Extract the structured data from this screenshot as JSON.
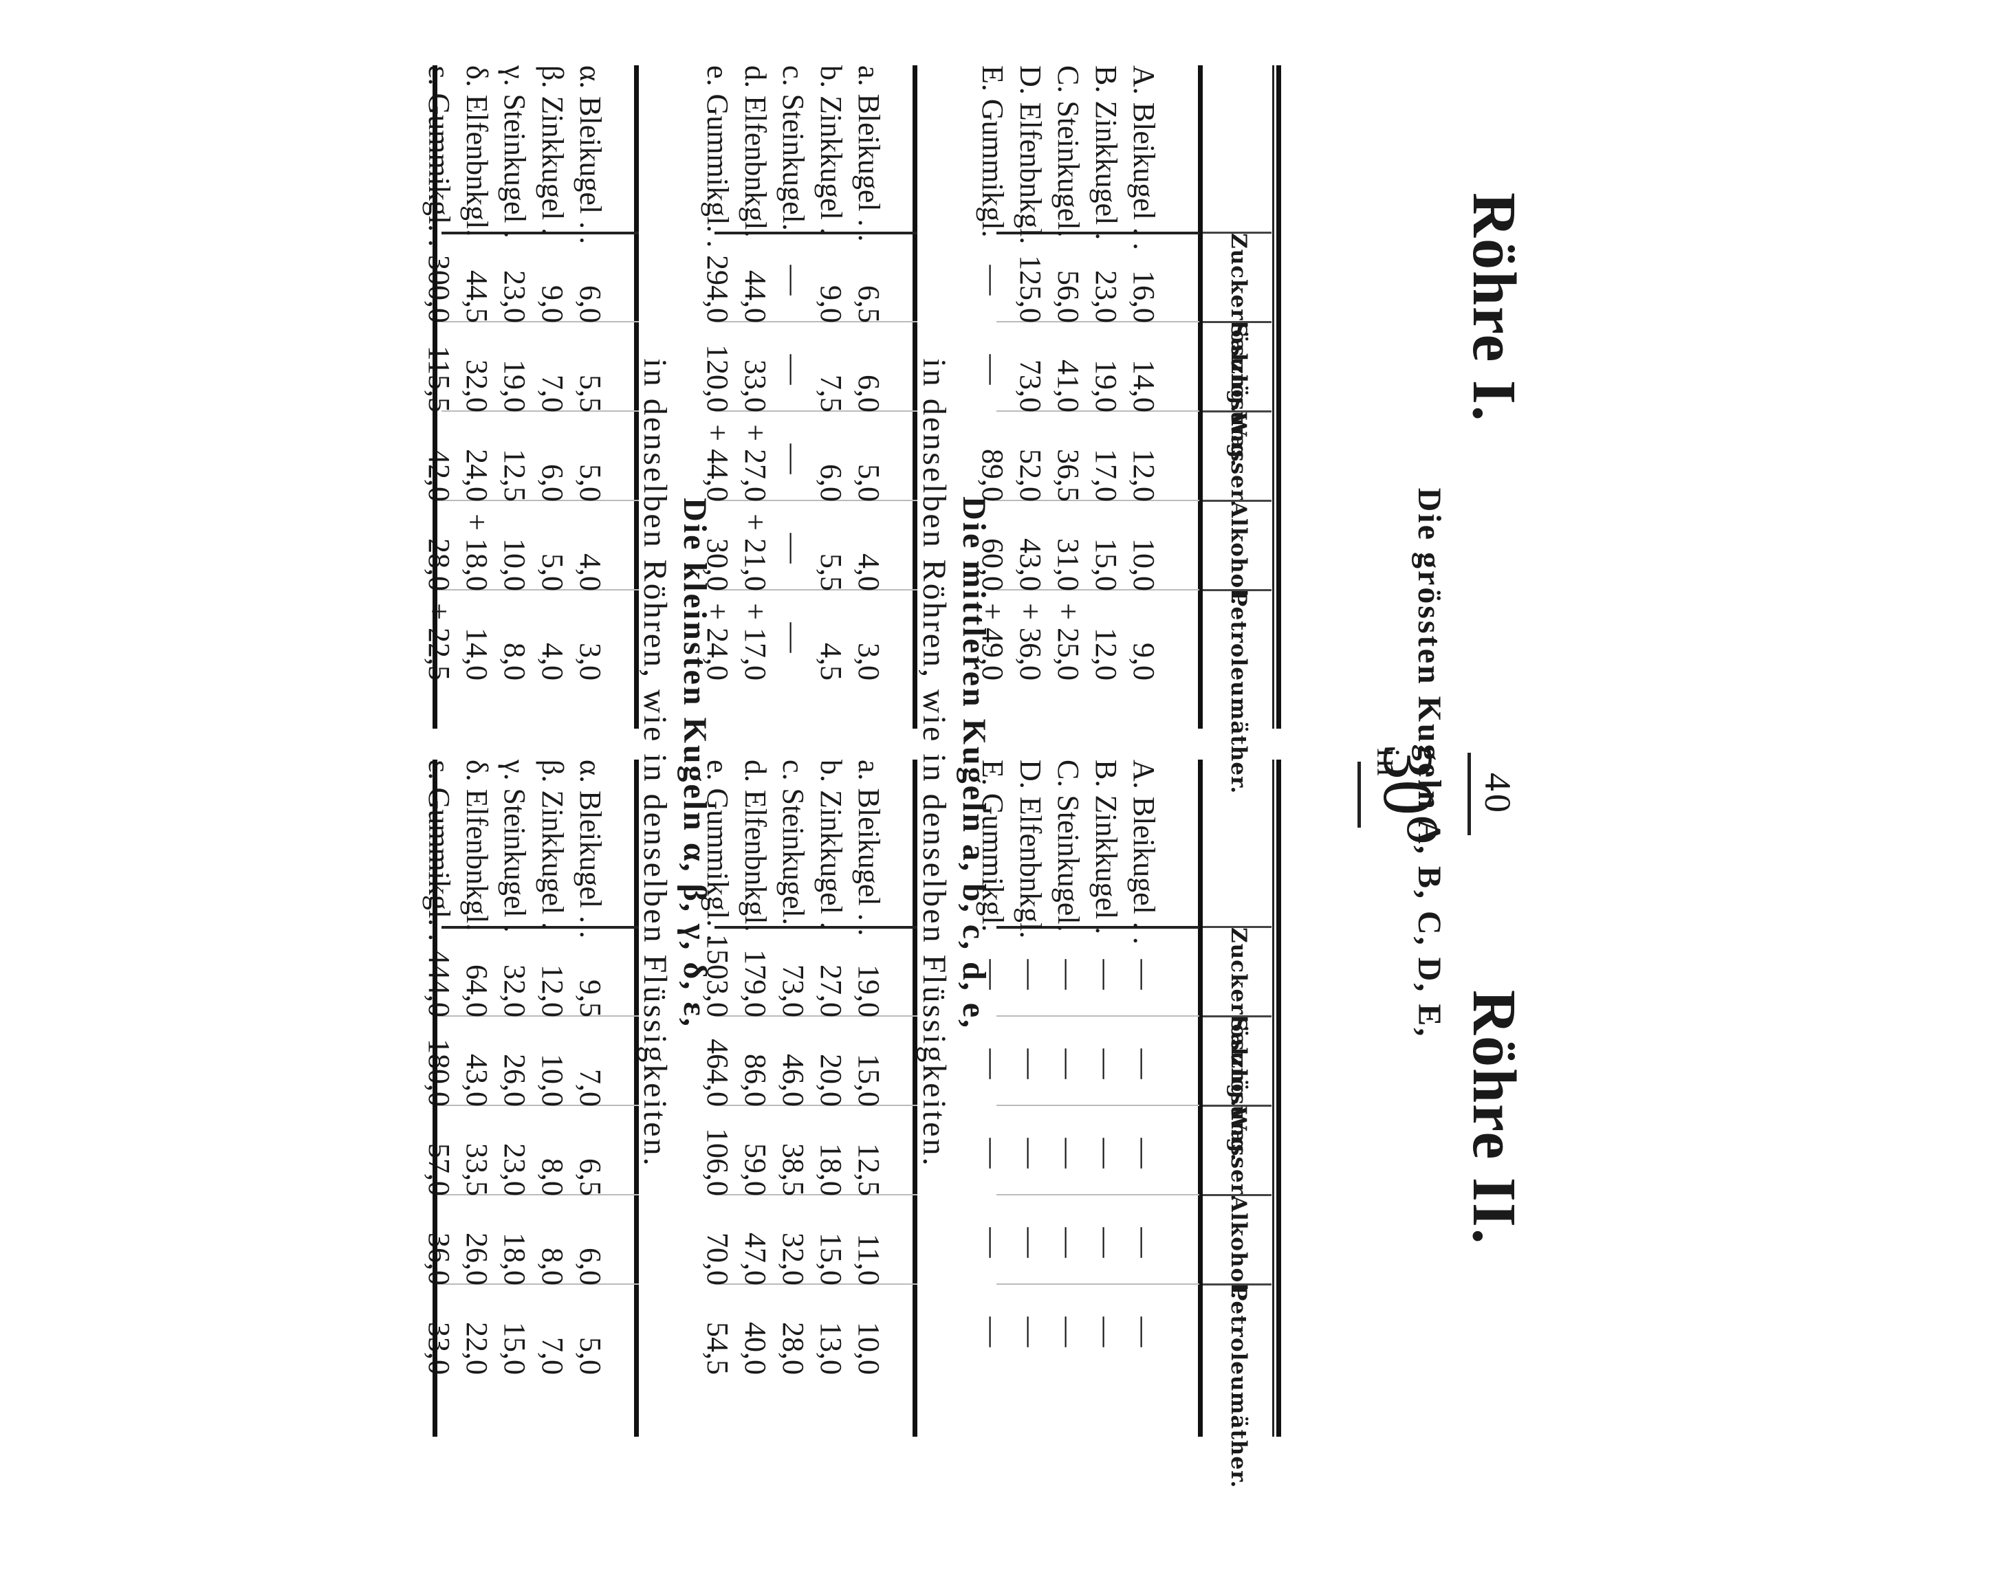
{
  "page_number": "40",
  "temperature": "30⁰",
  "tube_left": "Röhre I.",
  "tube_right": "Röhre II.",
  "heading1_line1": "Die grössten Kugeln A, B, C, D, E,",
  "heading1_line2": "in",
  "heading2_line1": "Die mittleren Kugeln a, b, c, d, e,",
  "heading2_line2": "in denselben Röhren, wie in denselben Flüssigkeiten.",
  "heading3_line1": "Die kleinsten Kugeln α, β, γ, δ, ε,",
  "heading3_line2": "in denselben Röhren, wie in denselben Flüssigkeiten.",
  "columns": [
    "Zuckerlösung.",
    "Salzlösung.",
    "Wasser.",
    "Alkohol.",
    "Petroleumäther."
  ],
  "largest": {
    "labels": [
      "A. Bleikugel . .",
      "B. Zinkkugel .",
      "C. Steinkugel.",
      "D. Elfenbnkgl.",
      "E. Gummikgl."
    ],
    "tube1": [
      [
        "16,0",
        "14,0",
        "12,0",
        "10,0",
        "9,0"
      ],
      [
        "23,0",
        "19,0",
        "17,0",
        "15,0",
        "12,0"
      ],
      [
        "56,0",
        "41,0",
        "36,5",
        "31,0",
        "+ 25,0"
      ],
      [
        "125,0",
        "73,0",
        "52,0",
        "43,0",
        "+ 36,0"
      ],
      [
        "—",
        "—",
        "89,0",
        "60,0",
        "+ 49,0"
      ]
    ],
    "tube2": [
      [
        "—",
        "—",
        "—",
        "—",
        "—"
      ],
      [
        "—",
        "—",
        "—",
        "—",
        "—"
      ],
      [
        "—",
        "—",
        "—",
        "—",
        "—"
      ],
      [
        "—",
        "—",
        "—",
        "—",
        "—"
      ],
      [
        "—",
        "—",
        "—",
        "—",
        "—"
      ]
    ]
  },
  "middle": {
    "labels": [
      "a. Bleikugel . .",
      "b. Zinkkugel .",
      "c. Steinkugel.",
      "d. Elfenbnkgl.",
      "e. Gummikgl. ."
    ],
    "tube1": [
      [
        "6,5",
        "6,0",
        "5,0",
        "4,0",
        "3,0"
      ],
      [
        "9,0",
        "7,5",
        "6,0",
        "5,5",
        "4,5"
      ],
      [
        "—",
        "—",
        "—",
        "—",
        "—"
      ],
      [
        "44,0",
        "33,0",
        "+ 27,0",
        "+ 21,0",
        "+ 17,0"
      ],
      [
        "294,0",
        "120,0",
        "+ 44,0",
        "30,0",
        "+ 24,0"
      ]
    ],
    "tube2": [
      [
        "19,0",
        "15,0",
        "12,5",
        "11,0",
        "10,0"
      ],
      [
        "27,0",
        "20,0",
        "18,0",
        "15,0",
        "13,0"
      ],
      [
        "73,0",
        "46,0",
        "38,5",
        "32,0",
        "28,0"
      ],
      [
        "179,0",
        "86,0",
        "59,0",
        "47,0",
        "40,0"
      ],
      [
        "1503,0",
        "464,0",
        "106,0",
        "70,0",
        "54,5"
      ]
    ]
  },
  "smallest": {
    "labels": [
      "α. Bleikugel . .",
      "β. Zinkkugel .",
      "γ. Steinkugel .",
      "δ. Elfenbnkgl.",
      "ε. Gummikgl. ."
    ],
    "tube1": [
      [
        "6,0",
        "5,5",
        "5,0",
        "4,0",
        "3,0"
      ],
      [
        "9,0",
        "7,0",
        "6,0",
        "5,0",
        "4,0"
      ],
      [
        "23,0",
        "19,0",
        "12,5",
        "10,0",
        "8,0"
      ],
      [
        "44,5",
        "32,0",
        "24,0",
        "+ 18,0",
        "14,0"
      ],
      [
        "300,0",
        "115,5",
        "42,0",
        "28,0",
        "+ 22,5"
      ]
    ],
    "tube2": [
      [
        "9,5",
        "7,0",
        "6,5",
        "6,0",
        "5,0"
      ],
      [
        "12,0",
        "10,0",
        "8,0",
        "8,0",
        "7,0"
      ],
      [
        "32,0",
        "26,0",
        "23,0",
        "18,0",
        "15,0"
      ],
      [
        "64,0",
        "43,0",
        "33,5",
        "26,0",
        "22,0"
      ],
      [
        "444,0",
        "180,0",
        "57,0",
        "36,0",
        "33,0"
      ]
    ]
  }
}
